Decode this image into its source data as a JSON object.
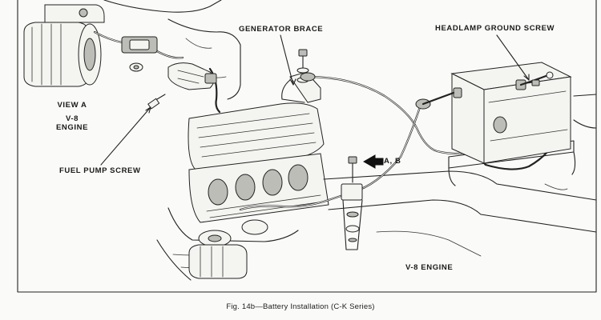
{
  "labels": {
    "generator_brace": "GENERATOR BRACE",
    "headlamp_ground_screw": "HEADLAMP GROUND SCREW",
    "view_a_line1": "VIEW A",
    "view_a_line2": "V-8",
    "view_a_line3": "ENGINE",
    "fuel_pump_screw": "FUEL PUMP SCREW",
    "direction_ref": "A, B",
    "engine_label": "V-8 ENGINE"
  },
  "caption": "Fig. 14b—Battery Installation (C-K Series)"
}
